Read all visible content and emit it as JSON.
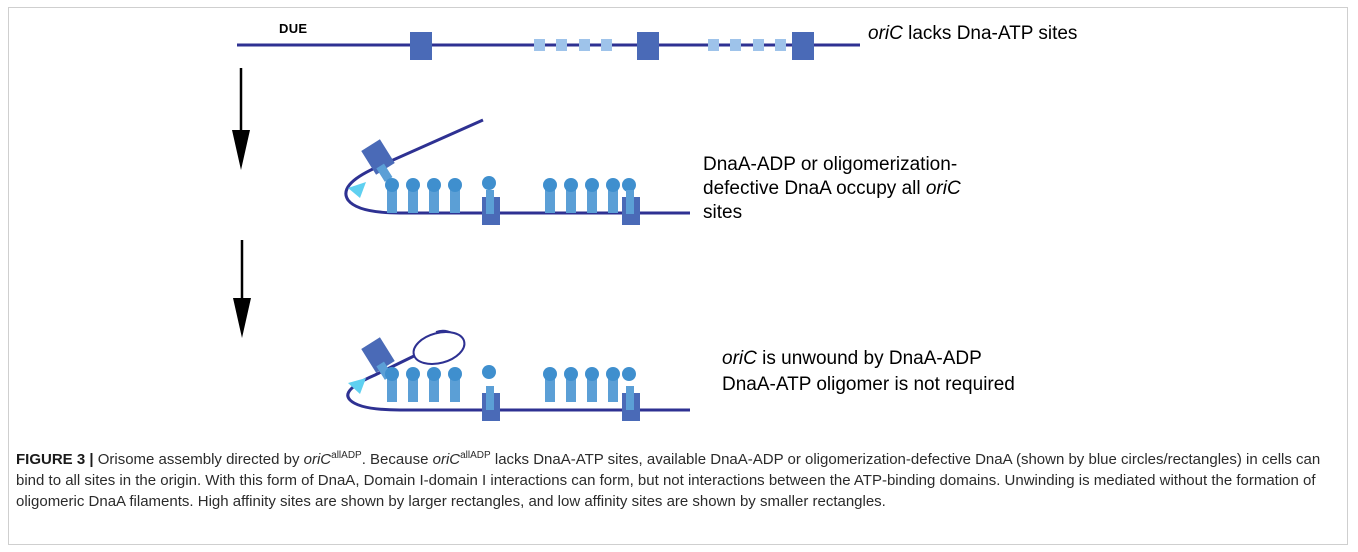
{
  "labels": {
    "due": "DUE",
    "state1": {
      "italic": "oriC",
      "text": " lacks Dna-ATP sites"
    },
    "state2": {
      "line1": "DnaA-ADP or oligomerization-",
      "line2_pre": "defective DnaA occupy all ",
      "line2_italic": "oriC",
      "line3": "sites"
    },
    "state3": {
      "line1_italic": "oriC",
      "line1_rest": " is unwound by DnaA-ADP",
      "line2": "DnaA-ATP oligomer is not required"
    }
  },
  "caption": {
    "figure_label": "FIGURE 3 |",
    "p1": " Orisome assembly directed by ",
    "oric": "oriC",
    "sup": "allADP",
    "p2": ". Because ",
    "p3": " lacks DnaA-ATP sites, available DnaA-ADP or oligomerization-defective DnaA (shown by blue circles/rectangles) in cells can bind to all sites in the origin. With this form of DnaA, Domain I-domain I interactions can form, but not interactions between the ATP-binding domains. Unwinding is mediated without the formation of oligomeric DnaA filaments. High affinity sites are shown by larger rectangles, and low affinity sites are shown by smaller rectangles."
  },
  "colors": {
    "dna": "#2e3192",
    "high_affinity_site": "#4a6ab7",
    "low_affinity_site": "#9ec3ea",
    "dnaa": "#5b9fd6",
    "dnaa_circle": "#3f8fce",
    "unwound_tip": "#5fd0f0",
    "arrow": "#000000"
  },
  "icons": [
    "down-arrow-icon",
    "down-arrow-icon"
  ]
}
